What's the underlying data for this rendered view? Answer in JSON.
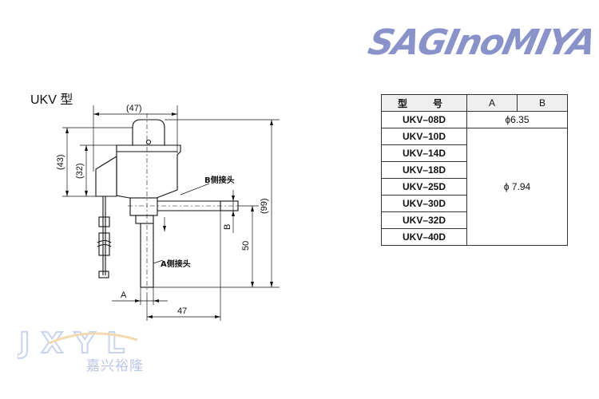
{
  "header": {
    "brand": "SAGInoMIYA"
  },
  "diagram": {
    "title": "UKV 型",
    "labels": {
      "dim_47_top": "(47)",
      "dim_43": "(43)",
      "dim_32": "(32)",
      "dim_99": "(99)",
      "dim_50": "50",
      "dim_47_bottom": "47",
      "label_A": "A",
      "label_B": "B",
      "b_connector": "B侧接头",
      "a_connector": "A侧接头"
    }
  },
  "spec_table": {
    "header": {
      "model": "型　号",
      "a": "A",
      "b": "B"
    },
    "first_row": {
      "model": "UKV–08D",
      "value": "ϕ6.35"
    },
    "rows": [
      "UKV–10D",
      "UKV–14D",
      "UKV–18D",
      "UKV–25D",
      "UKV–30D",
      "UKV–32D",
      "UKV–40D"
    ],
    "merged_value": "ϕ 7.94"
  },
  "watermark": {
    "letters": "JXYL",
    "subtitle": "嘉兴裕隆"
  }
}
